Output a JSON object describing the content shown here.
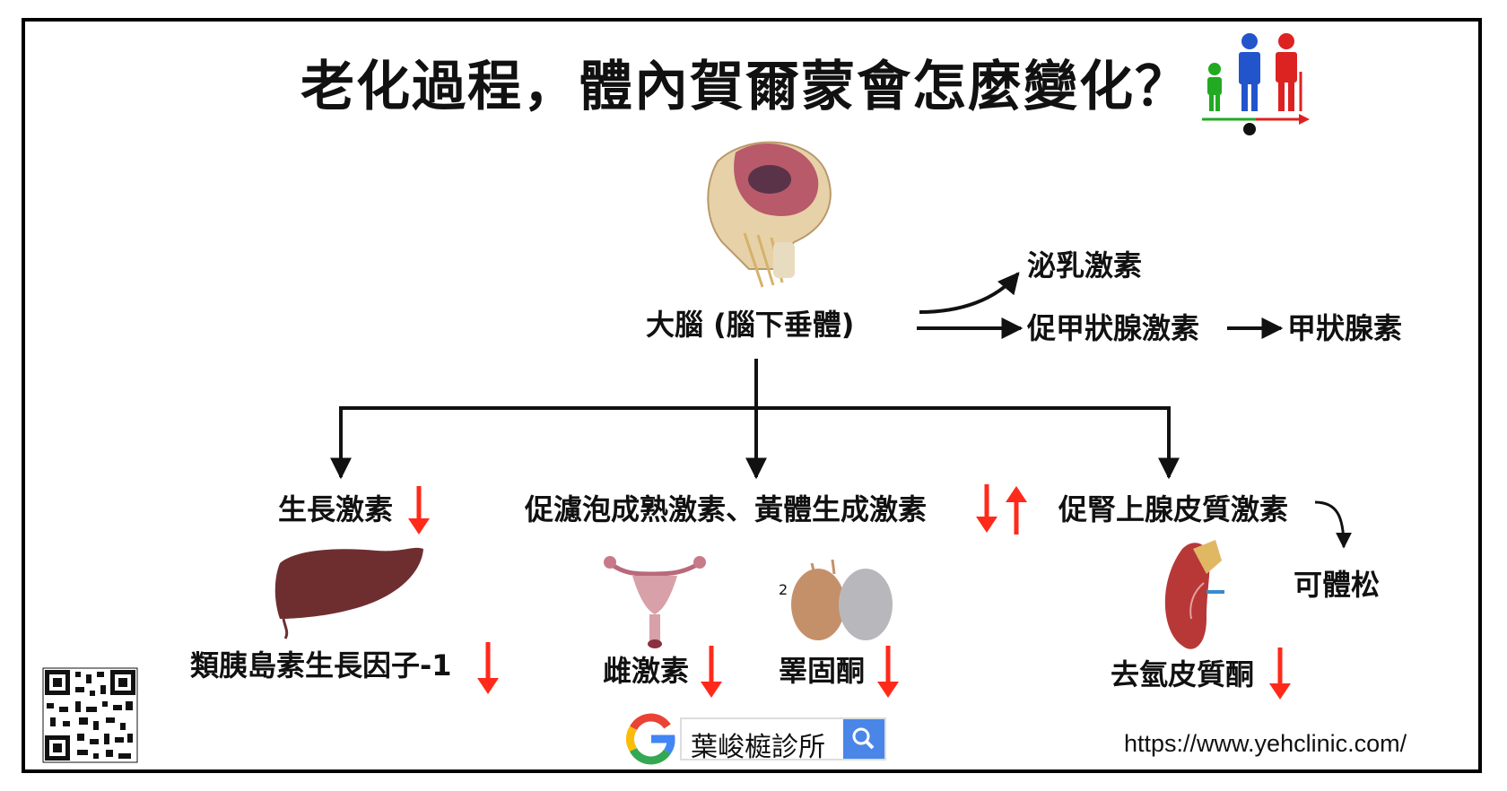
{
  "title": "老化過程，體內賀爾蒙會怎麼變化？",
  "nodes": {
    "brain": "大腦 (腦下垂體)",
    "prolactin": "泌乳激素",
    "tsh": "促甲狀腺激素",
    "thyroid": "甲狀腺素",
    "gh": "生長激素",
    "fsh_lh": "促濾泡成熟激素、黃體生成激素",
    "acth": "促腎上腺皮質激素",
    "cortisol": "可體松",
    "igf1": "類胰島素生長因子-1",
    "estrogen": "雌激素",
    "testosterone": "睪固酮",
    "dhea": "去氫皮質酮"
  },
  "trends": {
    "gh": "down",
    "fsh_lh": "down-up",
    "igf1": "down",
    "estrogen": "down",
    "testosterone": "down",
    "dhea": "down"
  },
  "figure_label_testis": "2",
  "search": {
    "query": "葉峻榳診所"
  },
  "footer_url": "https://www.yehclinic.com/",
  "colors": {
    "arrow": "#111111",
    "trend": "#ff2a1a",
    "search_button": "#4a86e8",
    "child": "#22aa22",
    "adult": "#2255cc",
    "elder": "#dd2222"
  },
  "icons": [
    "brain-skull-icon",
    "liver-icon",
    "uterus-icon",
    "testis-icon",
    "kidney-adrenal-icon",
    "aging-people-icon",
    "qr-code-icon",
    "google-logo-icon",
    "search-icon"
  ]
}
